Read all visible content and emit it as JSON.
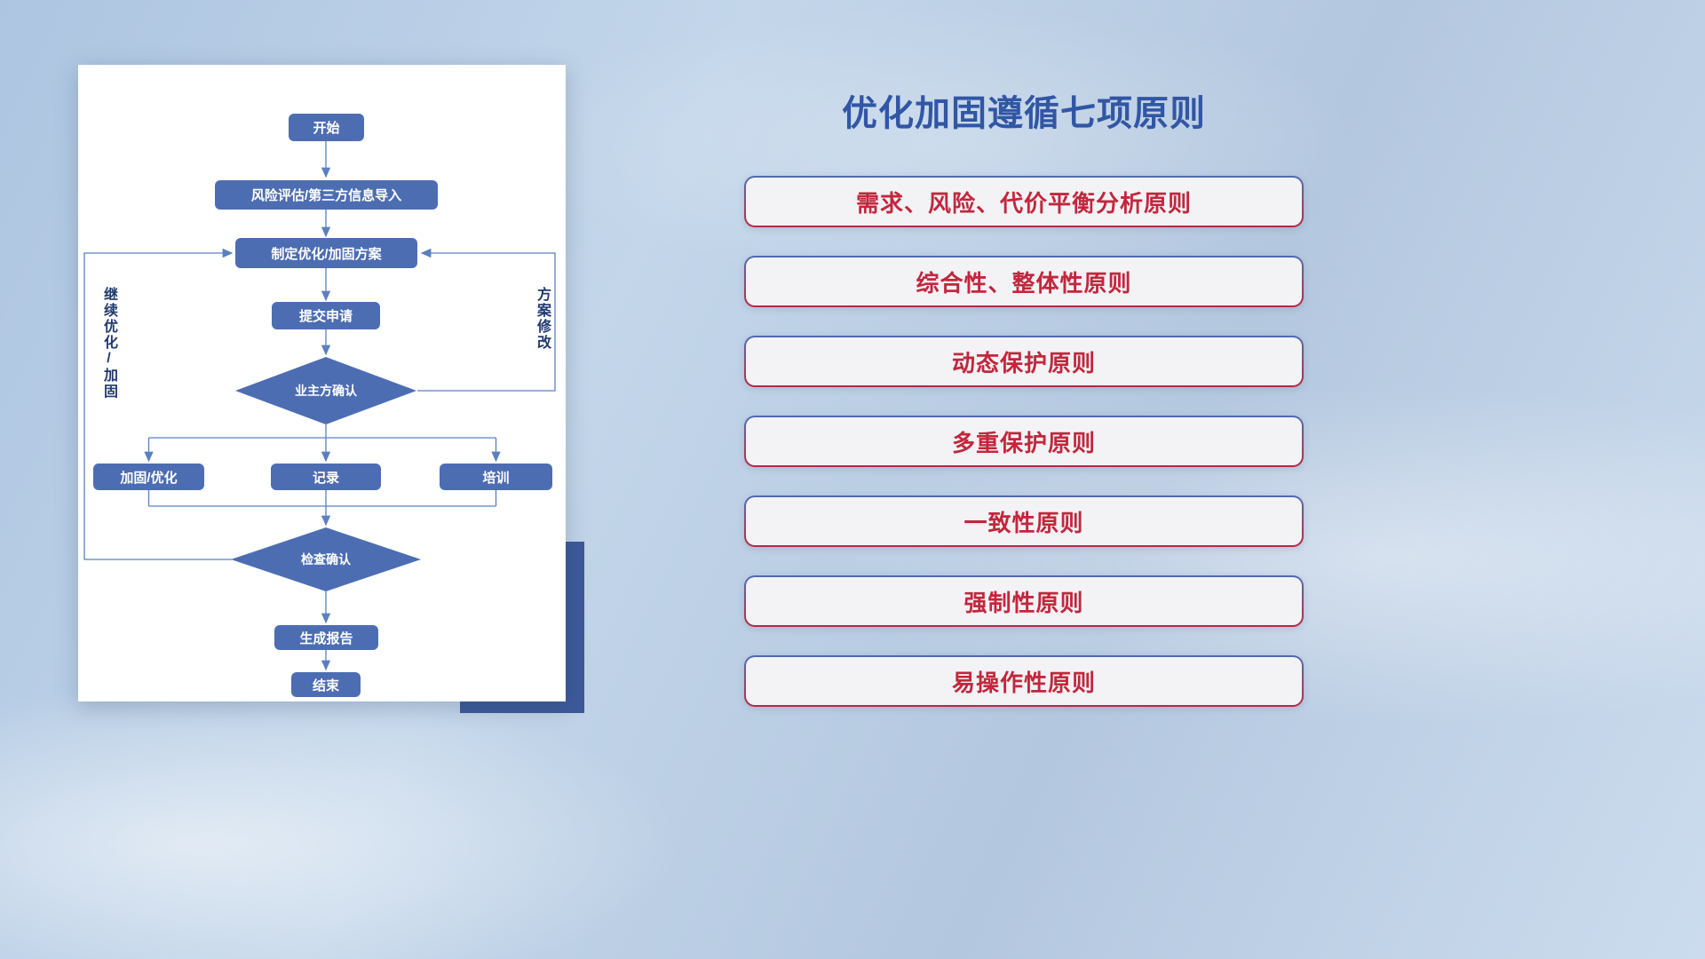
{
  "title": "优化加固遵循七项原则",
  "flowchart": {
    "nodes": {
      "start": "开始",
      "risk_import": "风险评估/第三方信息导入",
      "make_plan": "制定优化/加固方案",
      "submit": "提交申请",
      "owner_confirm": "业主方确认",
      "harden": "加固/优化",
      "record": "记录",
      "training": "培训",
      "check_confirm": "检查确认",
      "report": "生成报告",
      "end": "结束"
    },
    "loop_labels": {
      "continue_optimize": "继续优化/加固",
      "plan_modify": "方案修改"
    }
  },
  "principles": [
    "需求、风险、代价平衡分析原则",
    "综合性、整体性原则",
    "动态保护原则",
    "多重保护原则",
    "一致性原则",
    "强制性原则",
    "易操作性原则"
  ],
  "colors": {
    "title": "#3156a5",
    "principle_text": "#c2273c",
    "node_fill": "#4d6db3",
    "connector": "#5b80c0",
    "card_shadow_block": "#3d5a99"
  }
}
